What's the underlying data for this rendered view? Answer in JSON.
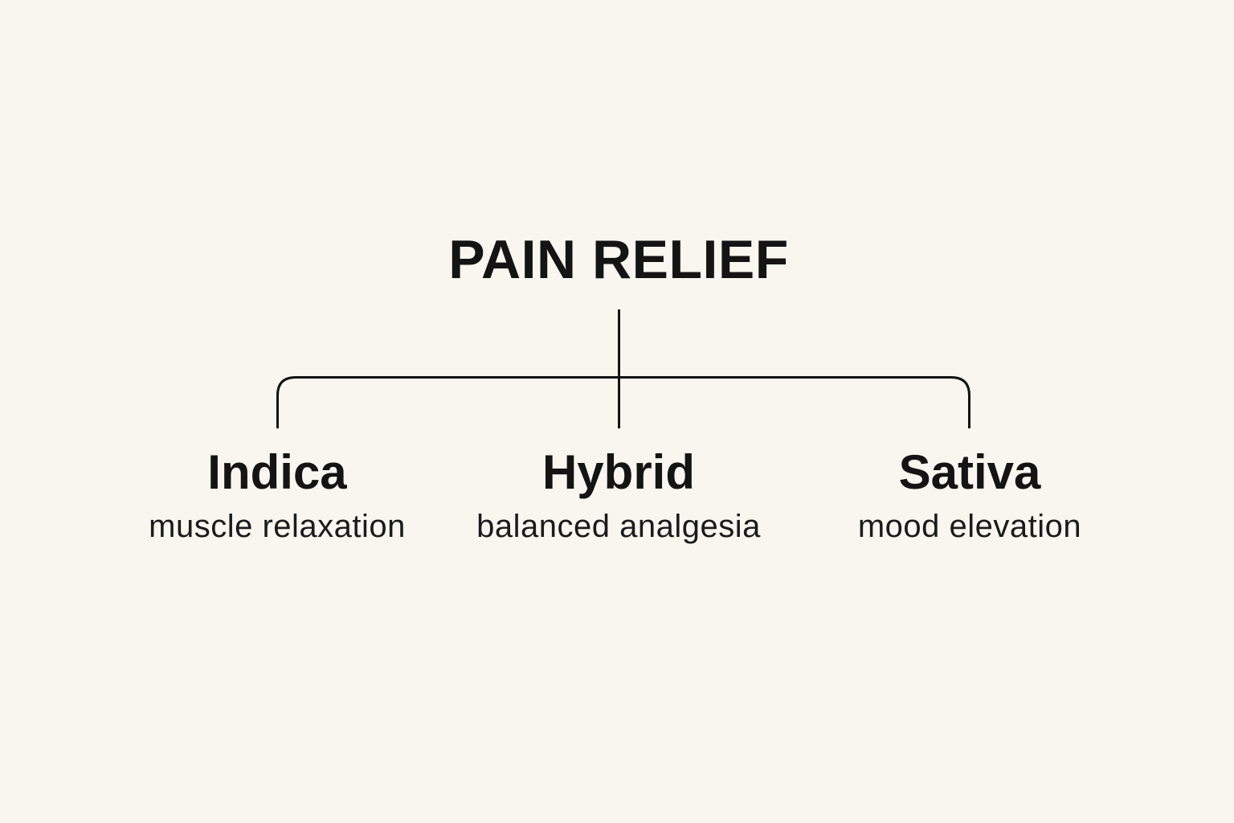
{
  "diagram": {
    "title": "PAIN RELIEF",
    "branches": [
      {
        "name": "Indica",
        "description": "muscle relaxation"
      },
      {
        "name": "Hybrid",
        "description": "balanced analgesia"
      },
      {
        "name": "Sativa",
        "description": "mood elevation"
      }
    ]
  },
  "colors": {
    "background": "#F8F6EF",
    "text": "#141414",
    "line": "#141414"
  }
}
